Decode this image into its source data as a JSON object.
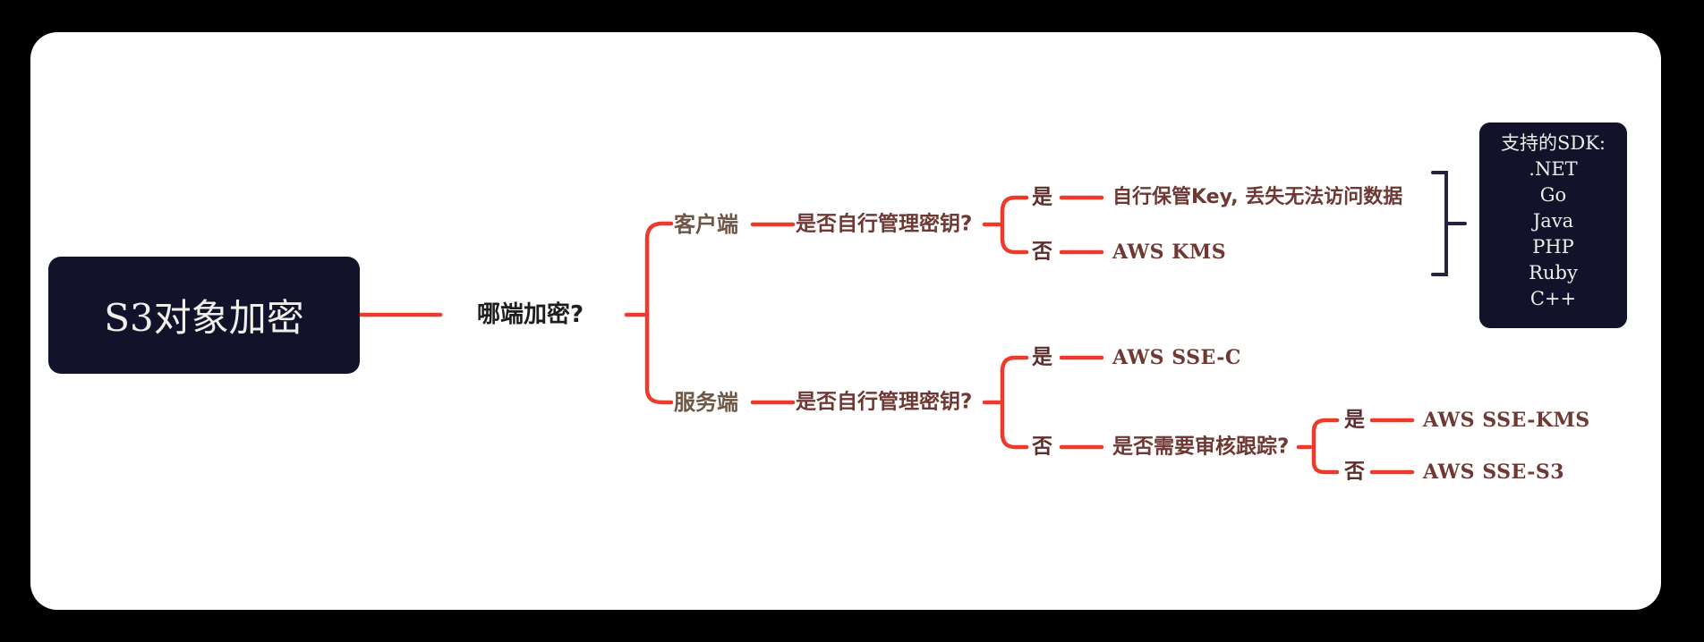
{
  "colors": {
    "background": "#000000",
    "canvas": "#ffffff",
    "node_box": "#12122b",
    "link_red": "#ee3a2a",
    "bracket_navy": "#23233f",
    "level1_text": "#1d1d1d",
    "branch_text": "#6e5747",
    "question_text": "#6f3833",
    "yesno_text": "#602e2a",
    "box_text": "#f0eee9"
  },
  "root": {
    "label": "S3对象加密"
  },
  "question_main": {
    "label": "哪端加密?"
  },
  "client_branch": {
    "label": "客户端",
    "question": "是否自行管理密钥?",
    "yes": {
      "label": "是",
      "result": "自行保管Key, 丢失无法访问数据"
    },
    "no": {
      "label": "否",
      "result": "AWS KMS"
    }
  },
  "sdk_note": {
    "title": "支持的SDK:",
    "items": [
      ".NET",
      "Go",
      "Java",
      "PHP",
      "Ruby",
      "C++"
    ]
  },
  "server_branch": {
    "label": "服务端",
    "question": "是否自行管理密钥?",
    "yes": {
      "label": "是",
      "result": "AWS SSE-C"
    },
    "no": {
      "label": "否",
      "question": "是否需要审核跟踪?",
      "yes": {
        "label": "是",
        "result": "AWS SSE-KMS"
      },
      "no": {
        "label": "否",
        "result": "AWS SSE-S3"
      }
    }
  }
}
